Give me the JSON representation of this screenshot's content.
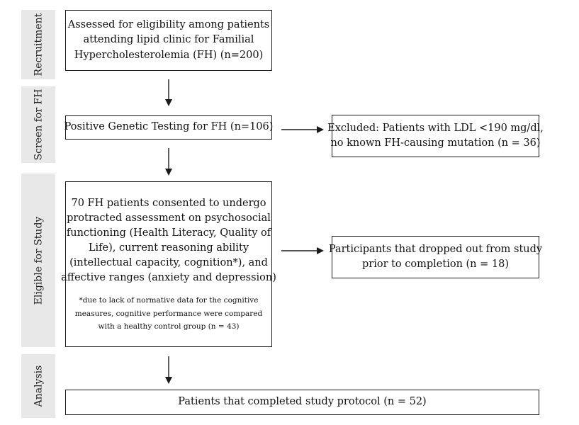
{
  "stages": [
    {
      "id": "recruitment",
      "label": "Recruitment"
    },
    {
      "id": "screen",
      "label": "Screen for FH"
    },
    {
      "id": "eligible",
      "label": "Eligible for Study"
    },
    {
      "id": "analysis",
      "label": "Analysis"
    }
  ],
  "boxes": {
    "assessed": {
      "lines": [
        "Assessed for eligibility among patients",
        "attending lipid clinic for Familial",
        "Hypercholesterolemia (FH) (n=200)"
      ]
    },
    "genetic": {
      "lines": [
        "Positive Genetic Testing for FH (n=106)"
      ]
    },
    "excluded": {
      "lines": [
        "Excluded: Patients with LDL <190 mg/dl,",
        "no known FH-causing mutation (n = 36)"
      ]
    },
    "consented": {
      "lines": [
        "70 FH patients consented to undergo",
        "protracted assessment on psychosocial",
        "functioning (Health Literacy, Quality of",
        "Life), current reasoning ability",
        "(intellectual capacity, cognition*), and",
        "affective ranges (anxiety and depression)"
      ],
      "note_lines": [
        "*due to lack of normative data for the cognitive",
        "measures, cognitive performance were compared",
        "with a healthy control group (n = 43)"
      ]
    },
    "dropped": {
      "lines": [
        "Participants that dropped out from study",
        "prior to completion (n = 18)"
      ]
    },
    "completed": {
      "lines": [
        "Patients that completed study protocol (n = 52)"
      ]
    }
  },
  "colors": {
    "stage_bar": "#e8e8e8",
    "border": "#1a1a1a",
    "text": "#111111"
  }
}
